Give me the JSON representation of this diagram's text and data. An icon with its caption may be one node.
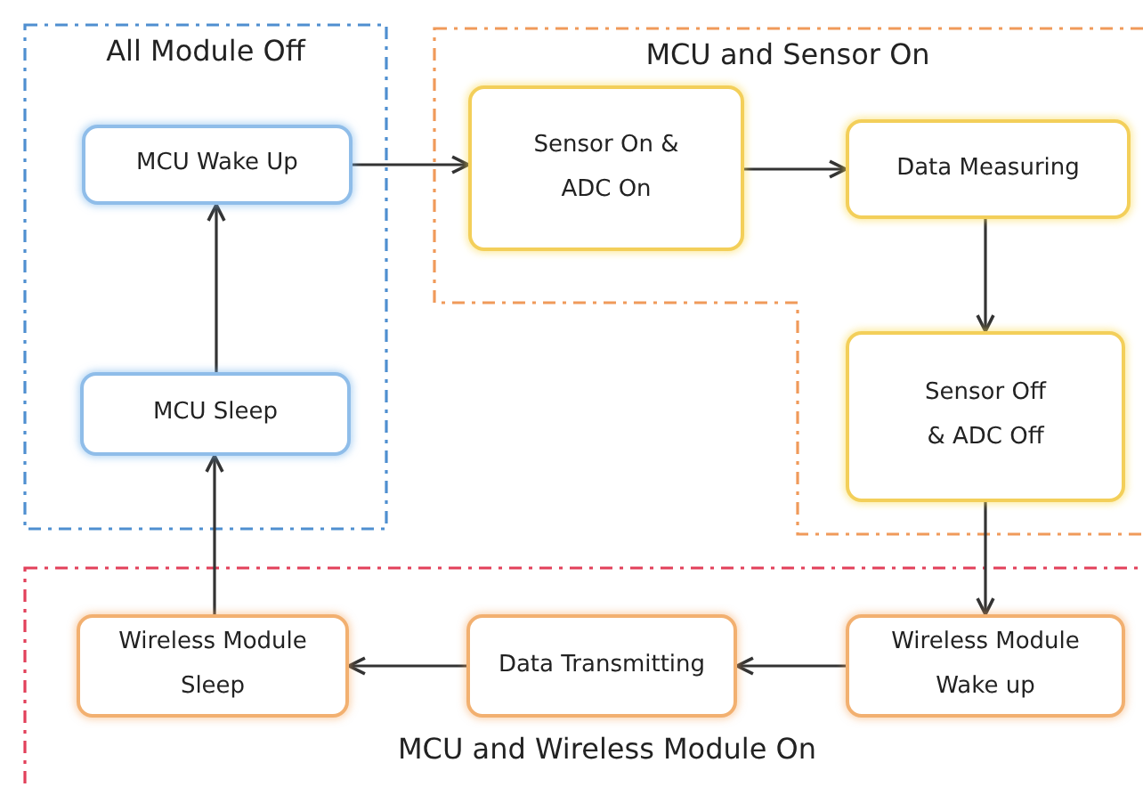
{
  "diagram": {
    "nodes": [
      {
        "text": [
          "All Module Off"
        ]
      },
      {
        "text": [
          "MCU Wake Up"
        ],
        "in": 0
      },
      {
        "text": [
          "MCU Sleep"
        ],
        "in": 0
      },
      {
        "text": [
          "MCU and Sensor On"
        ]
      },
      {
        "text": [
          "Sensor On & ADC On"
        ],
        "in": 3
      },
      {
        "text": [
          "Data Measuring"
        ],
        "in": 3
      },
      {
        "text": [
          "Sensor Off & ADC Off"
        ],
        "in": 3
      },
      {
        "text": [
          "MCU and Wireless Module On"
        ]
      },
      {
        "text": [
          "Wireless Module Wake up"
        ],
        "in": 7
      },
      {
        "text": [
          "Data Transmitting"
        ],
        "in": 7
      },
      {
        "text": [
          "Wireless Module Sleep"
        ],
        "in": 7
      }
    ],
    "edges": [
      {
        "from": 2,
        "to": 1,
        "arrow": "to"
      },
      {
        "from": 1,
        "to": 4,
        "arrow": "to"
      },
      {
        "from": 4,
        "to": 5,
        "arrow": "to"
      },
      {
        "from": 5,
        "to": 6,
        "arrow": "to"
      },
      {
        "from": 6,
        "to": 8,
        "arrow": "to"
      },
      {
        "from": 8,
        "to": 9,
        "arrow": "to"
      },
      {
        "from": 9,
        "to": 10,
        "arrow": "to"
      },
      {
        "from": 10,
        "to": 2,
        "arrow": "to"
      }
    ]
  }
}
